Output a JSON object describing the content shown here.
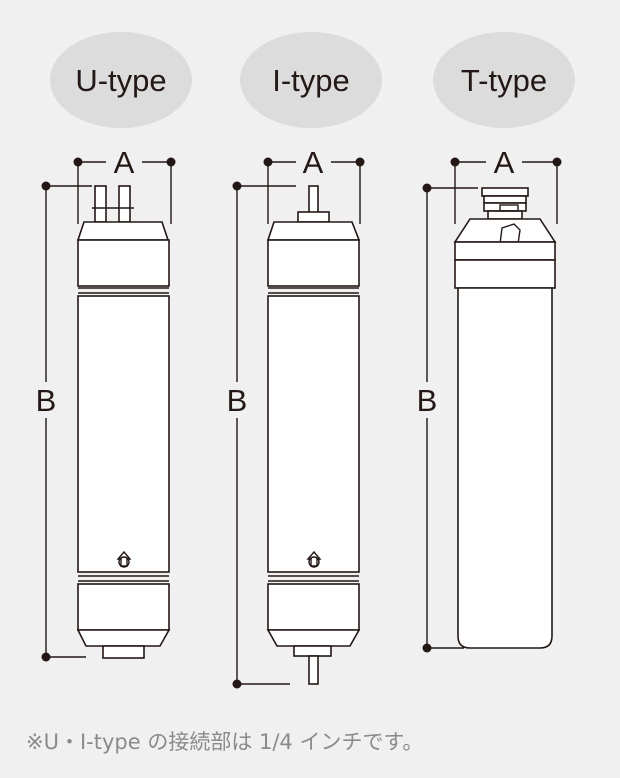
{
  "filters": [
    {
      "type_label": "U-type",
      "dim_a": "A",
      "dim_b": "B"
    },
    {
      "type_label": "I-type",
      "dim_a": "A",
      "dim_b": "B"
    },
    {
      "type_label": "T-type",
      "dim_a": "A",
      "dim_b": "B"
    }
  ],
  "note": "※U・I-type の接続部は 1/4 インチです。",
  "colors": {
    "background": "#f0f0f0",
    "label_bubble": "#dcdcdc",
    "line": "#231815",
    "note_text": "#8a8a8a"
  }
}
